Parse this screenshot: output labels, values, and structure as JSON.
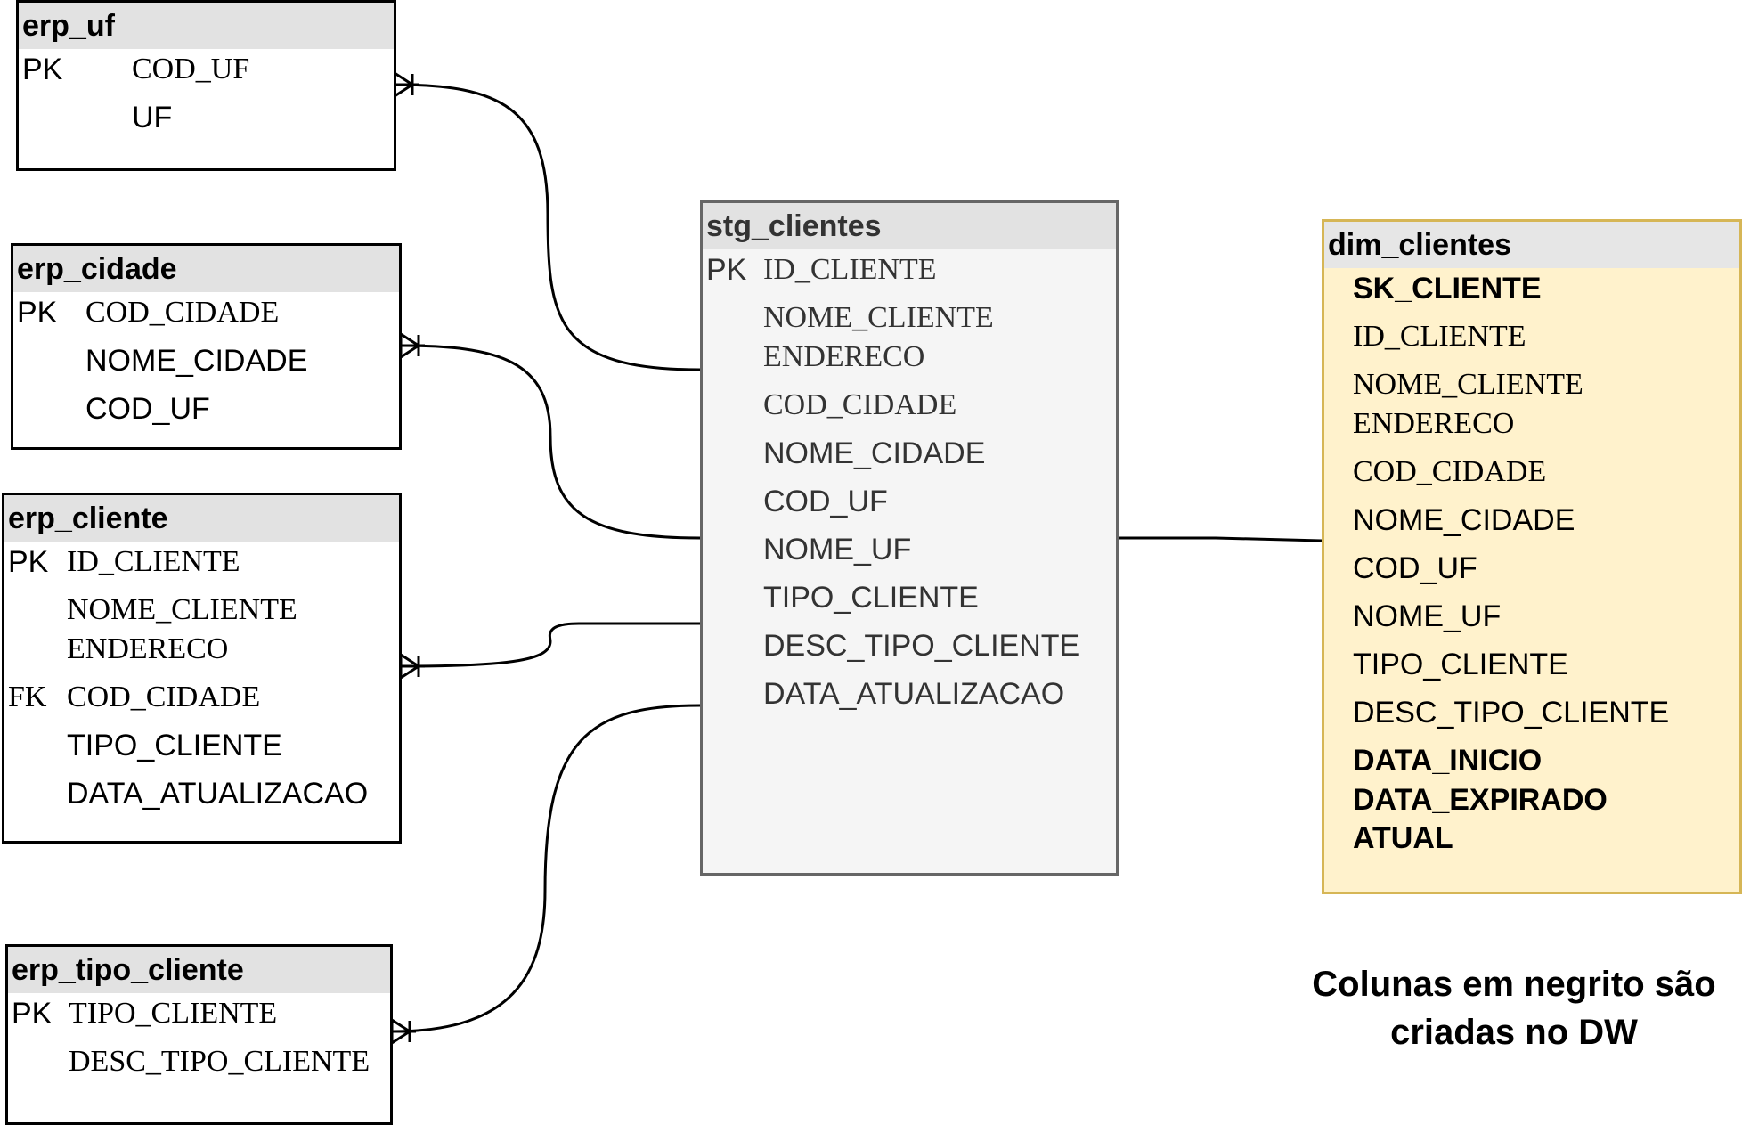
{
  "tables": {
    "erp_uf": {
      "name": "erp_uf",
      "rows": [
        {
          "key": "PK",
          "column": "COD_UF"
        },
        {
          "key": "",
          "column": "UF"
        }
      ]
    },
    "erp_cidade": {
      "name": "erp_cidade",
      "rows": [
        {
          "key": "PK",
          "column": "COD_CIDADE"
        },
        {
          "key": "",
          "column": "NOME_CIDADE"
        },
        {
          "key": "",
          "column": "COD_UF"
        }
      ]
    },
    "erp_cliente": {
      "name": "erp_cliente",
      "rows": [
        {
          "key": "PK",
          "column": "ID_CLIENTE"
        },
        {
          "key": "",
          "column": "NOME_CLIENTE"
        },
        {
          "key": "",
          "column": "ENDERECO"
        },
        {
          "key": "FK",
          "column": "COD_CIDADE"
        },
        {
          "key": "",
          "column": "TIPO_CLIENTE"
        },
        {
          "key": "",
          "column": "DATA_ATUALIZACAO"
        }
      ]
    },
    "erp_tipo_cliente": {
      "name": "erp_tipo_cliente",
      "rows": [
        {
          "key": "PK",
          "column": "TIPO_CLIENTE"
        },
        {
          "key": "",
          "column": "DESC_TIPO_CLIENTE"
        }
      ]
    },
    "stg_clientes": {
      "name": "stg_clientes",
      "rows": [
        {
          "key": "PK",
          "column": "ID_CLIENTE"
        },
        {
          "key": "",
          "column": "NOME_CLIENTE"
        },
        {
          "key": "",
          "column": "ENDERECO"
        },
        {
          "key": "",
          "column": "COD_CIDADE"
        },
        {
          "key": "",
          "column": "NOME_CIDADE"
        },
        {
          "key": "",
          "column": "COD_UF"
        },
        {
          "key": "",
          "column": "NOME_UF"
        },
        {
          "key": "",
          "column": "TIPO_CLIENTE"
        },
        {
          "key": "",
          "column": "DESC_TIPO_CLIENTE"
        },
        {
          "key": "",
          "column": "DATA_ATUALIZACAO"
        }
      ]
    },
    "dim_clientes": {
      "name": "dim_clientes",
      "rows": [
        {
          "column": "SK_CLIENTE",
          "bold": true
        },
        {
          "column": "ID_CLIENTE",
          "bold": false
        },
        {
          "column": "NOME_CLIENTE",
          "bold": false
        },
        {
          "column": "ENDERECO",
          "bold": false
        },
        {
          "column": "COD_CIDADE",
          "bold": false
        },
        {
          "column": "NOME_CIDADE",
          "bold": false
        },
        {
          "column": "COD_UF",
          "bold": false
        },
        {
          "column": "NOME_UF",
          "bold": false
        },
        {
          "column": "TIPO_CLIENTE",
          "bold": false
        },
        {
          "column": "DESC_TIPO_CLIENTE",
          "bold": false
        },
        {
          "column": "DATA_INICIO",
          "bold": true
        },
        {
          "column": "DATA_EXPIRADO",
          "bold": true
        },
        {
          "column": "ATUAL",
          "bold": true
        }
      ]
    }
  },
  "relationships": [
    {
      "from": "stg_clientes",
      "to": "erp_uf",
      "end_marker": "crow-foot-one-or-many"
    },
    {
      "from": "stg_clientes",
      "to": "erp_cidade",
      "end_marker": "crow-foot-one-or-many"
    },
    {
      "from": "stg_clientes",
      "to": "erp_cliente",
      "end_marker": "crow-foot-one-or-many"
    },
    {
      "from": "stg_clientes",
      "to": "erp_tipo_cliente",
      "end_marker": "crow-foot-one-or-many"
    },
    {
      "from": "stg_clientes",
      "to": "dim_clientes",
      "end_marker": "none"
    }
  ],
  "note": {
    "line1": "Colunas em negrito são",
    "line2": "criadas no DW"
  },
  "colors": {
    "header_fill": "#e2e2e2",
    "staging_fill": "#f5f5f5",
    "staging_border": "#666666",
    "dimension_fill": "#fff2cc",
    "dimension_border": "#d6b656"
  }
}
